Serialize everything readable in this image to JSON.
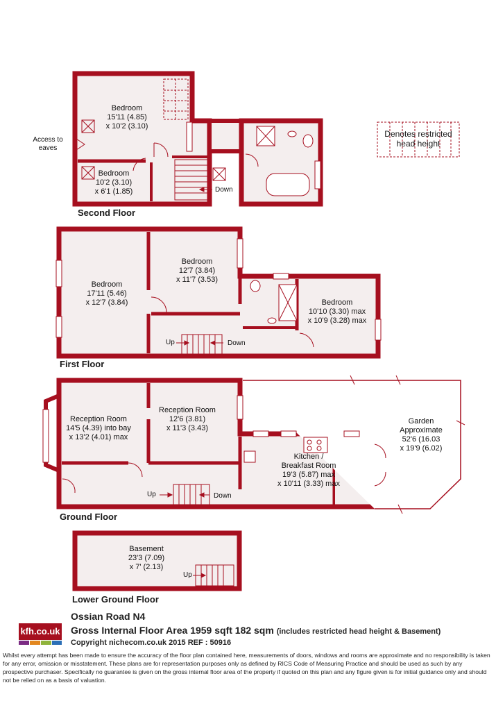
{
  "legend": {
    "text": "Denotes restricted head height"
  },
  "floors": {
    "second": {
      "title": "Second Floor",
      "bedroom1": {
        "name": "Bedroom",
        "dim1": "15'11 (4.85)",
        "dim2": "x 10'2 (3.10)"
      },
      "bedroom2": {
        "name": "Bedroom",
        "dim1": "10'2 (3.10)",
        "dim2": "x 6'1 (1.85)"
      },
      "eaves": "Access to eaves",
      "down": "Down"
    },
    "first": {
      "title": "First Floor",
      "bedroom1": {
        "name": "Bedroom",
        "dim1": "17'11 (5.46)",
        "dim2": "x 12'7 (3.84)"
      },
      "bedroom2": {
        "name": "Bedroom",
        "dim1": "12'7 (3.84)",
        "dim2": "x 11'7 (3.53)"
      },
      "bedroom3": {
        "name": "Bedroom",
        "dim1": "10'10 (3.30) max",
        "dim2": "x 10'9 (3.28) max"
      },
      "up": "Up",
      "down": "Down"
    },
    "ground": {
      "title": "Ground Floor",
      "reception1": {
        "name": "Reception Room",
        "dim1": "14'5 (4.39) into bay",
        "dim2": "x 13'2 (4.01) max"
      },
      "reception2": {
        "name": "Reception Room",
        "dim1": "12'6 (3.81)",
        "dim2": "x 11'3 (3.43)"
      },
      "kitchen": {
        "name": "Kitchen /",
        "name2": "Breakfast Room",
        "dim1": "19'3 (5.87) max",
        "dim2": "x 10'11 (3.33) max"
      },
      "garden": {
        "name": "Garden",
        "name2": "Approximate",
        "dim1": "52'6 (16.03",
        "dim2": "x 19'9 (6.02)"
      },
      "up": "Up",
      "down": "Down"
    },
    "lower": {
      "title": "Lower Ground Floor",
      "basement": {
        "name": "Basement",
        "dim1": "23'3 (7.09)",
        "dim2": "x 7' (2.13)"
      },
      "up": "Up"
    }
  },
  "footer": {
    "address": "Ossian Road  N4",
    "gia": "Gross Internal Floor Area 1959 sqft 182 sqm",
    "gia_note": "(includes restricted head height & Basement)",
    "copyright": "Copyright nichecom.co.uk 2015 REF : 50916",
    "disclaimer": "Whilst every attempt has been made to ensure the accuracy of the floor plan contained here, measurements of doors, windows and rooms are approximate and no responsibility is taken for any error, omission or misstatement.  These plans are for representation purposes only as defined by RICS Code of Measuring Practice and should be used as such by any prospective purchaser.  Specifically no guarantee is given on the gross internal floor area of the property if quoted on this plan and any figure given is for initial guidance only and should not be relied on as a basis of valuation.",
    "logo_text": "kfh.co.uk"
  },
  "colors": {
    "wall": "#a60f1f",
    "floor": "#f4eeee",
    "logo_bars": [
      "#7b2b83",
      "#e2871f",
      "#8fb33c",
      "#2b6fb6"
    ]
  }
}
